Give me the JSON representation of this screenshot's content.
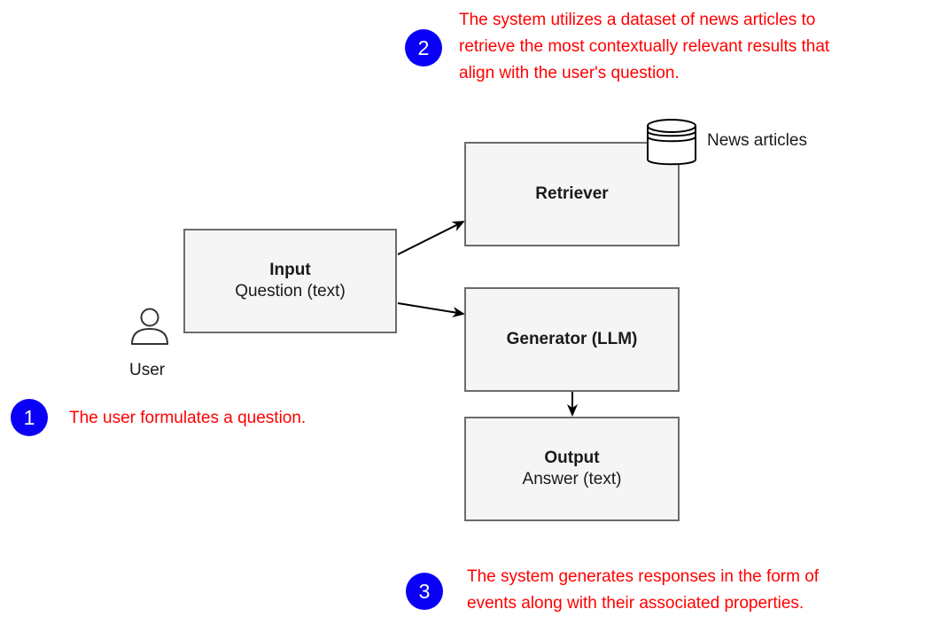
{
  "colors": {
    "annotation_text": "#ff0000",
    "badge_fill": "#0a00f5",
    "box_fill": "#f5f5f5",
    "box_border": "#6b6b6b",
    "edge": "#000000"
  },
  "icons": {
    "user": "user-outline-icon",
    "database": "database-cylinder-icon"
  },
  "nodes": {
    "input": {
      "title": "Input",
      "subtitle": "Question (text)"
    },
    "retriever": {
      "title": "Retriever"
    },
    "generator": {
      "title": "Generator (LLM)"
    },
    "output": {
      "title": "Output",
      "subtitle": "Answer (text)"
    }
  },
  "labels": {
    "user": "User",
    "news_articles": "News articles"
  },
  "edges": [
    {
      "from": "input",
      "to": "retriever"
    },
    {
      "from": "input",
      "to": "generator"
    },
    {
      "from": "generator",
      "to": "output"
    }
  ],
  "annotations": [
    {
      "number": "1",
      "lines": [
        "The user formulates a question."
      ]
    },
    {
      "number": "2",
      "lines": [
        "The system utilizes a dataset of news articles to",
        "retrieve the most contextually relevant results that",
        "align with the user's question."
      ]
    },
    {
      "number": "3",
      "lines": [
        "The system generates responses in the form of",
        "events along with their associated properties."
      ]
    }
  ]
}
